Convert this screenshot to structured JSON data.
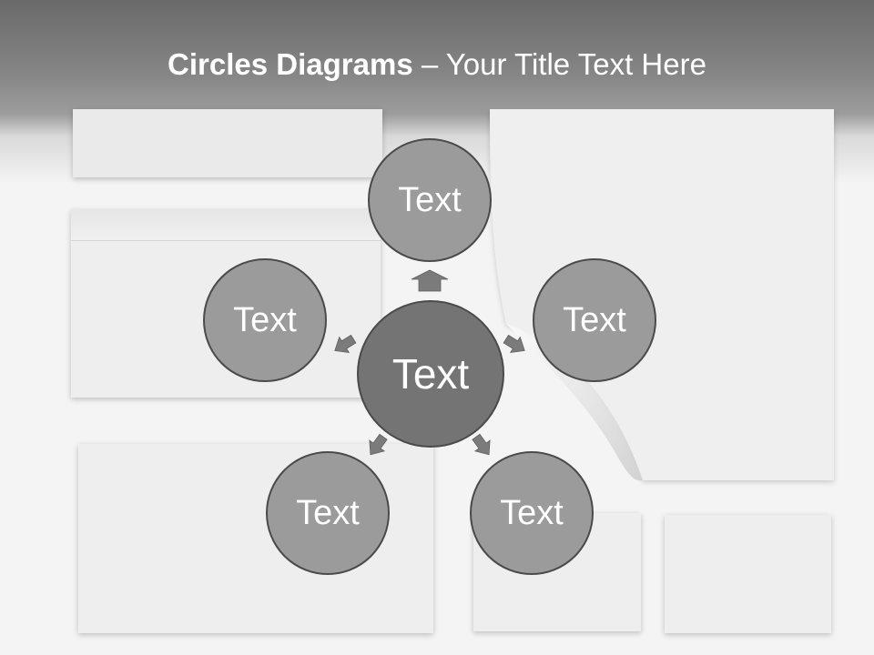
{
  "header": {
    "title_bold": "Circles Diagrams",
    "title_rest": " – Your Title Text Here"
  },
  "diagram": {
    "center": {
      "label": "Text"
    },
    "nodes": [
      {
        "id": "top",
        "label": "Text"
      },
      {
        "id": "left",
        "label": "Text"
      },
      {
        "id": "right",
        "label": "Text"
      },
      {
        "id": "bottom-left",
        "label": "Text"
      },
      {
        "id": "bottom-right",
        "label": "Text"
      }
    ],
    "colors": {
      "center_fill": "#747474",
      "node_fill": "#9b9b9b",
      "outline": "#4a4a4a",
      "arrow": "#7b7b7b",
      "text": "#ffffff"
    }
  }
}
